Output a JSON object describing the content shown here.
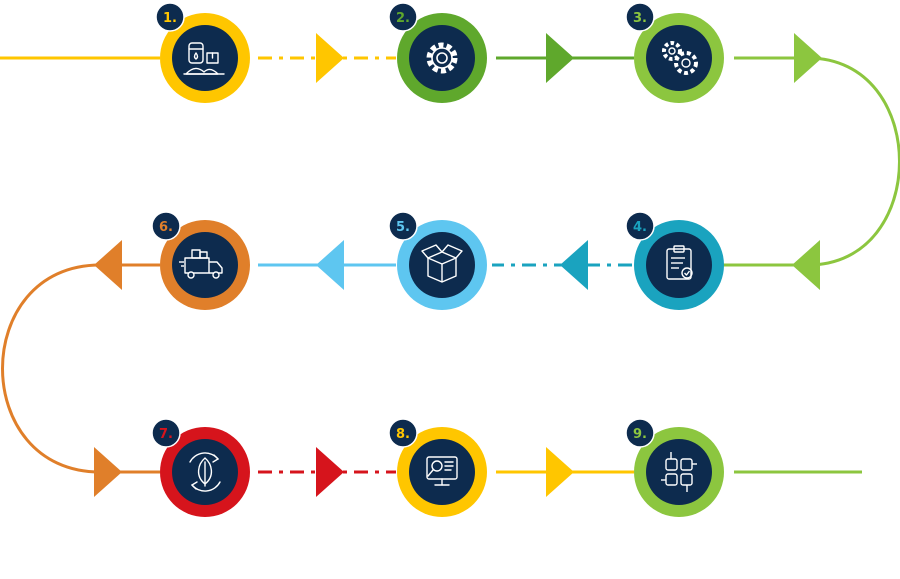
{
  "colors": {
    "navy": "#0d2b4e",
    "yellow": "#ffc600",
    "green": "#5fa82c",
    "lime": "#8cc63f",
    "teal": "#1aa3bf",
    "sky": "#5ec6f0",
    "orange": "#e07f2a",
    "red": "#d6141c"
  },
  "steps": [
    {
      "number": "1.",
      "icon": "raw-materials-icon",
      "color": "yellow"
    },
    {
      "number": "2.",
      "icon": "gear-icon",
      "color": "green"
    },
    {
      "number": "3.",
      "icon": "gears-icon",
      "color": "lime"
    },
    {
      "number": "4.",
      "icon": "clipboard-check-icon",
      "color": "teal"
    },
    {
      "number": "5.",
      "icon": "open-box-icon",
      "color": "sky"
    },
    {
      "number": "6.",
      "icon": "delivery-truck-icon",
      "color": "orange"
    },
    {
      "number": "7.",
      "icon": "recycle-leaf-icon",
      "color": "red"
    },
    {
      "number": "8.",
      "icon": "monitor-search-icon",
      "color": "yellow"
    },
    {
      "number": "9.",
      "icon": "joined-hands-icon",
      "color": "lime"
    }
  ]
}
